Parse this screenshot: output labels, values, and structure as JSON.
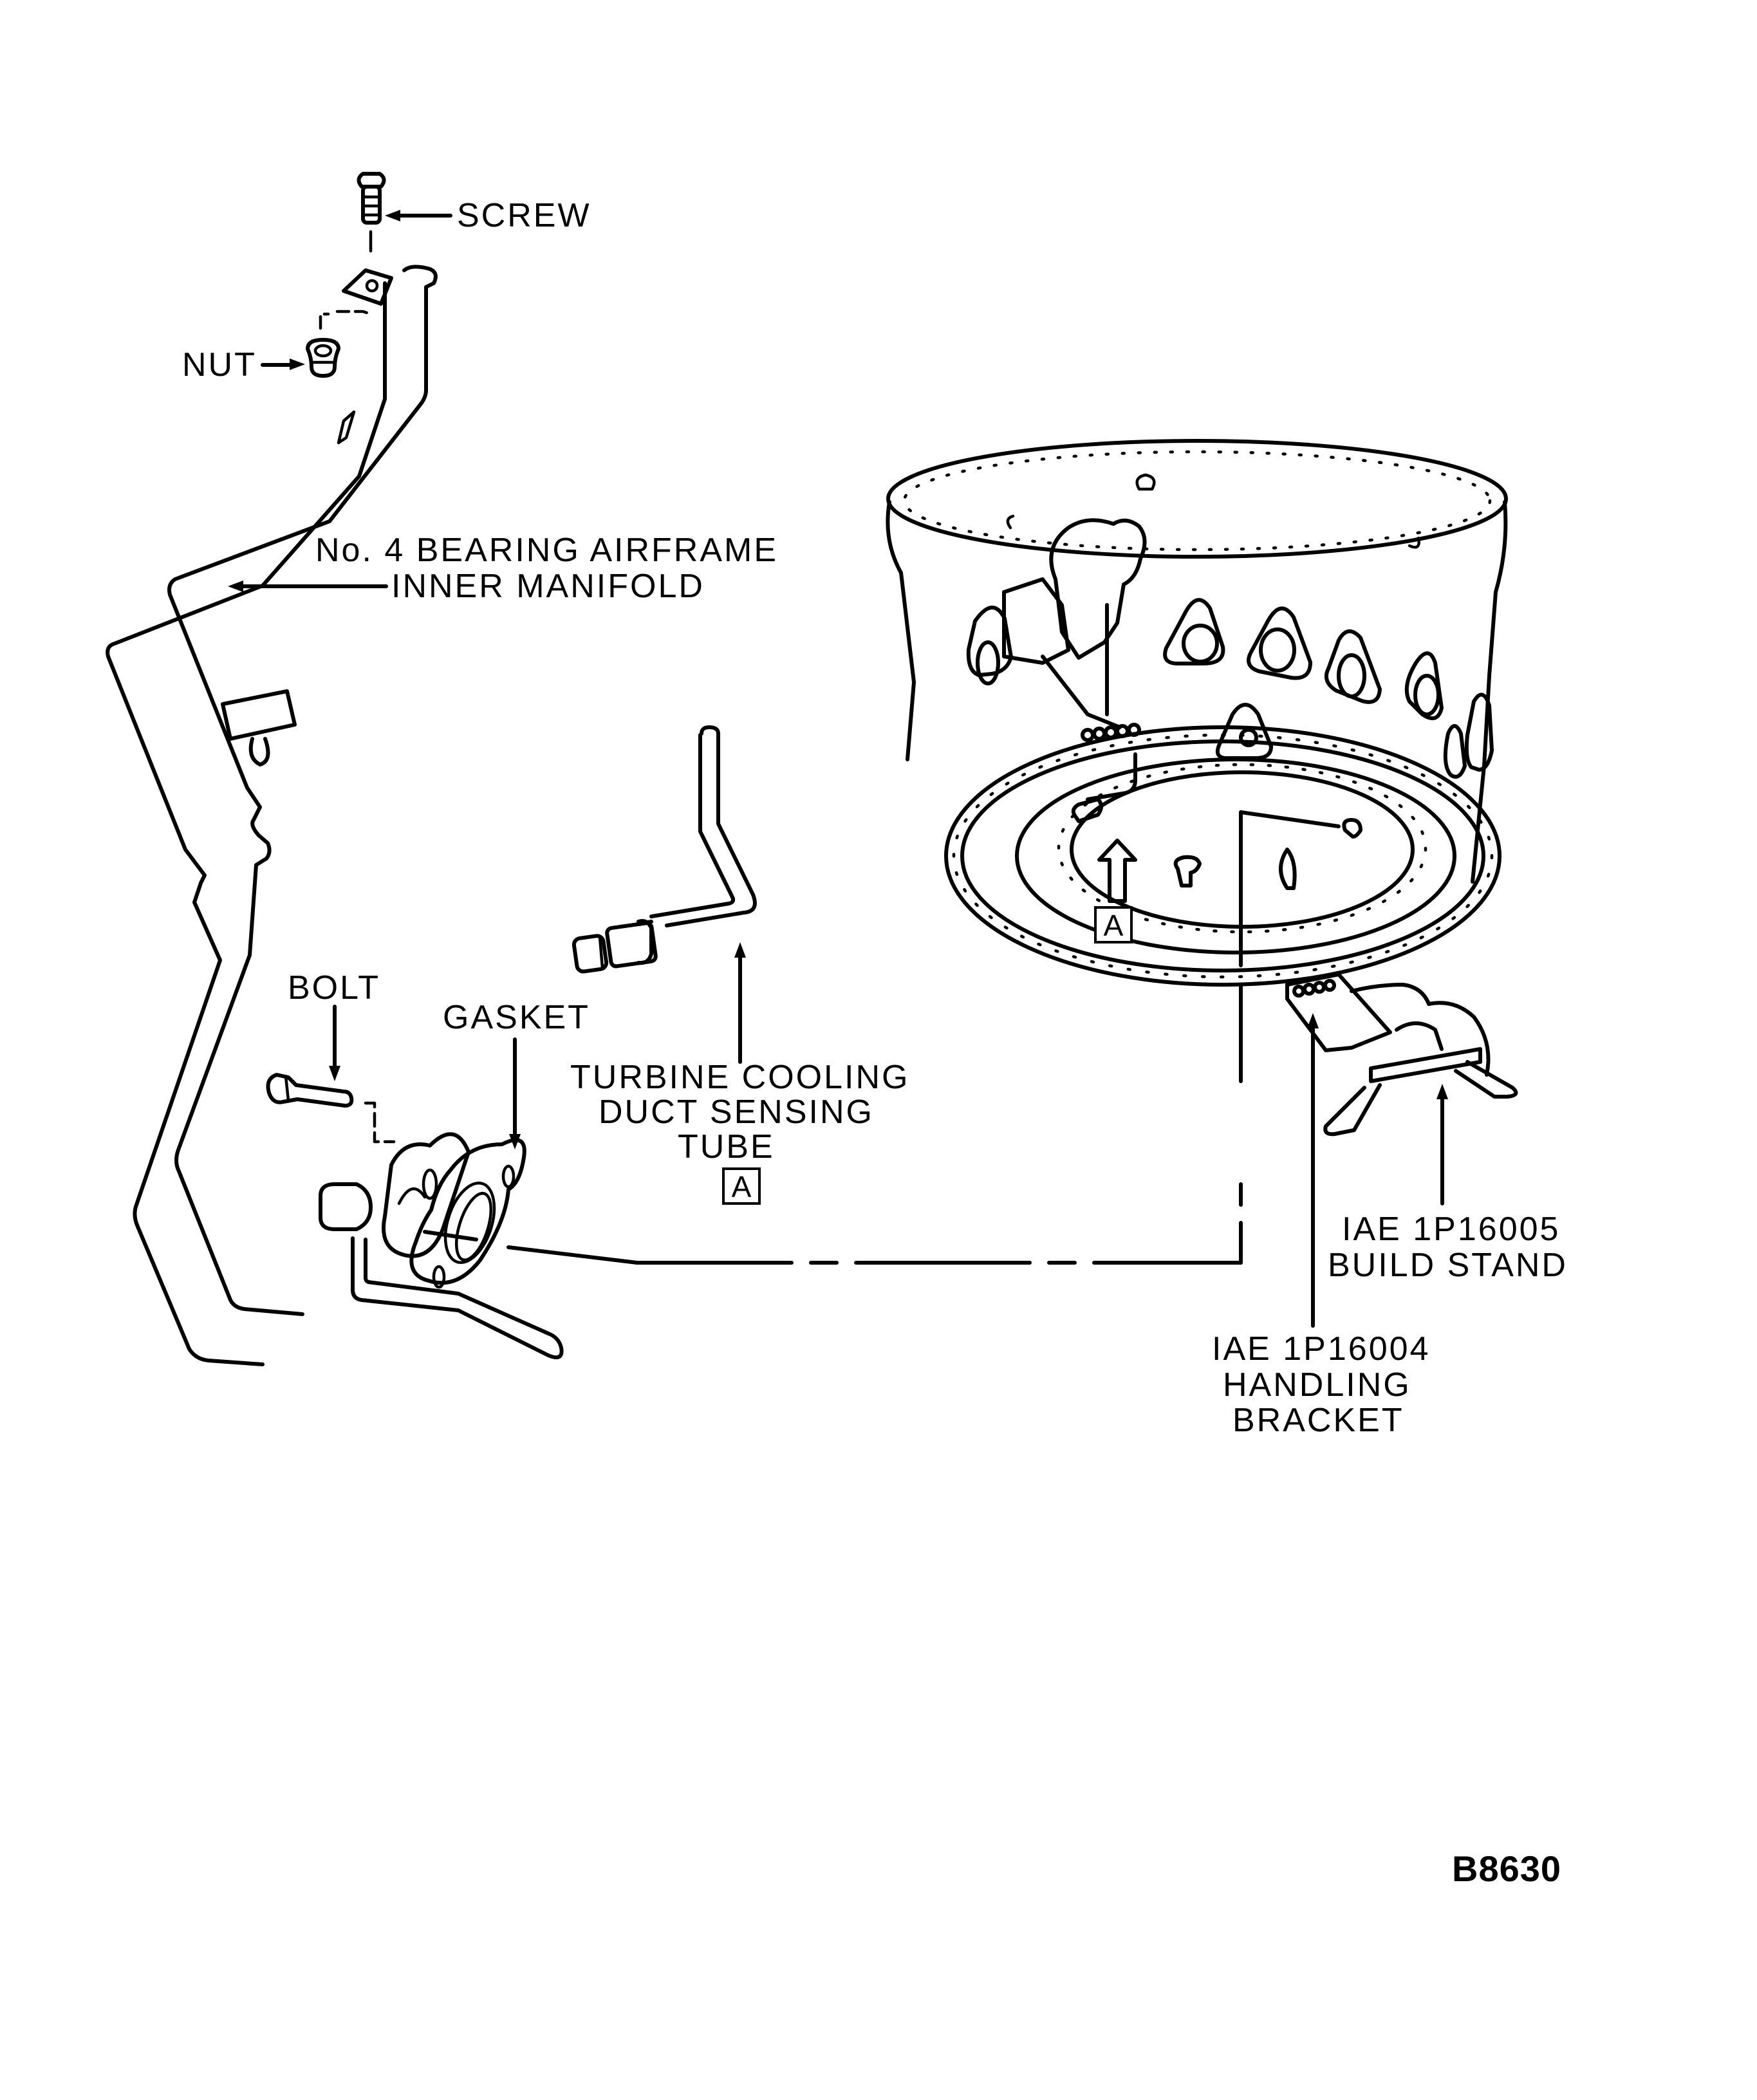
{
  "figure": {
    "figure_number": "B8630",
    "reference_box_letter": "A"
  },
  "labels": {
    "screw": "SCREW",
    "nut": "NUT",
    "manifold_line1": "No. 4 BEARING AIRFRAME",
    "manifold_line2": "INNER MANIFOLD",
    "bolt": "BOLT",
    "gasket": "GASKET",
    "tube_line1": "TURBINE COOLING",
    "tube_line2": "DUCT SENSING",
    "tube_line3": "TUBE",
    "build_stand_line1": "IAE 1P16005",
    "build_stand_line2": "BUILD STAND",
    "bracket_line1": "IAE 1P16004",
    "bracket_line2": "HANDLING",
    "bracket_line3": "BRACKET"
  },
  "parts": [
    {
      "id": "screw",
      "name": "Screw"
    },
    {
      "id": "nut",
      "name": "Nut"
    },
    {
      "id": "manifold",
      "name": "No. 4 Bearing Airframe Inner Manifold"
    },
    {
      "id": "bolt",
      "name": "Bolt"
    },
    {
      "id": "gasket",
      "name": "Gasket"
    },
    {
      "id": "sensing-tube",
      "name": "Turbine Cooling Duct Sensing Tube"
    },
    {
      "id": "build-stand",
      "name": "IAE 1P16005 Build Stand"
    },
    {
      "id": "handling-bracket",
      "name": "IAE 1P16004 Handling Bracket"
    }
  ]
}
